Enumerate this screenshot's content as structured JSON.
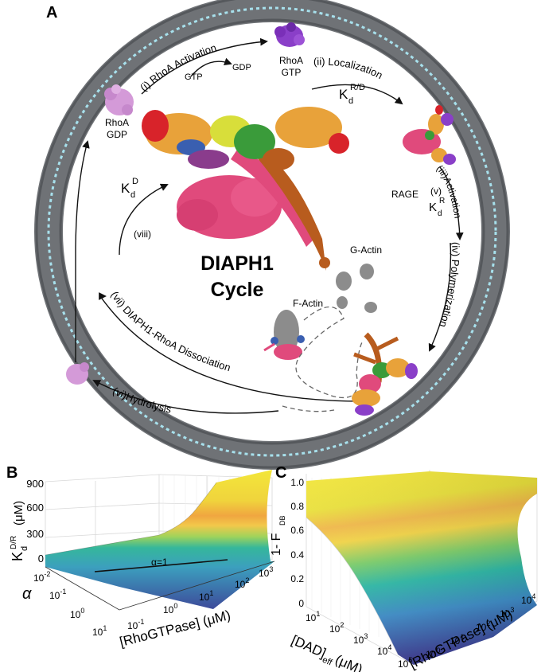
{
  "panels": {
    "a": {
      "letter": "A",
      "title_line1": "DIAPH1",
      "title_line2": "Cycle",
      "labels": {
        "rhoa_gdp_1": "RhoA",
        "rhoa_gdp_2": "GDP",
        "rhoa_gtp_1": "RhoA",
        "rhoa_gtp_2": "GTP",
        "gtp": "GTP",
        "gdp": "GDP",
        "k_main": "K",
        "k_sub": "d",
        "kd_d_sup": "D",
        "kd_rd_sup": "R/D",
        "kd_r_sup": "R",
        "rage": "RAGE",
        "step_v": "(v)",
        "step_viii": "(viii)",
        "g_actin": "G-Actin",
        "f_actin": "F-Actin"
      },
      "arc_labels": {
        "activation": "(i) RhoA Activation",
        "localization": "(ii) Localization",
        "rage_activation": "(iii)Activation",
        "polymerization": "(iv) Polymerization",
        "hydrolysis": "(vi)Hydrolysis",
        "dissociation": "(vii) DIAPH1-RhoA  Dissociation"
      }
    },
    "b": {
      "letter": "B",
      "alpha_line": "α=1",
      "z_label_main": "K",
      "z_label_sub": "d",
      "z_label_sup": "D/R",
      "z_unit": "(μM)",
      "z_ticks": [
        "900",
        "600",
        "300",
        "0"
      ],
      "alpha_axis": "α",
      "alpha_ticks": [
        {
          "base": "10",
          "exp": "-2"
        },
        {
          "base": "10",
          "exp": "-1"
        },
        {
          "base": "10",
          "exp": "0"
        },
        {
          "base": "10",
          "exp": "1"
        }
      ],
      "rho_label": "[RhoGTPase]  (μM)",
      "rho_ticks": [
        {
          "base": "10",
          "exp": "-1"
        },
        {
          "base": "10",
          "exp": "0"
        },
        {
          "base": "10",
          "exp": "1"
        },
        {
          "base": "10",
          "exp": "2"
        },
        {
          "base": "10",
          "exp": "3"
        }
      ]
    },
    "c": {
      "letter": "C",
      "z_label_main": "1- F",
      "z_label_sub": "DB",
      "z_ticks": [
        "1.0",
        "0.8",
        "0.6",
        "0.4",
        "0.2",
        "0"
      ],
      "dad_label_main": "[DAD]",
      "dad_label_sub": "eff",
      "dad_label_unit": "(μM)",
      "dad_ticks": [
        {
          "base": "10",
          "exp": "1"
        },
        {
          "base": "10",
          "exp": "2"
        },
        {
          "base": "10",
          "exp": "3"
        },
        {
          "base": "10",
          "exp": "4"
        },
        {
          "base": "10",
          "exp": "5"
        }
      ],
      "rho_label": "[RhoGTPase]  (μM)",
      "rho_ticks": [
        {
          "base": "10",
          "exp": "0"
        },
        {
          "base": "10",
          "exp": "1"
        },
        {
          "base": "10",
          "exp": "2"
        },
        {
          "base": "10",
          "exp": "3"
        },
        {
          "base": "10",
          "exp": "4"
        }
      ]
    }
  },
  "colors": {
    "membrane": "#7a7d80",
    "membrane_dash": "#9fdcea",
    "rhoa": "#d49ad8",
    "rhoa_gtp": "#8a3fc8",
    "diaph_pink": "#e04a7c",
    "diaph_orange": "#e8a23a",
    "diaph_green": "#3a9b3a",
    "diaph_yellow": "#d8de3a",
    "diaph_blue": "#3a5fb0",
    "diaph_red": "#d8232a",
    "diaph_brown": "#b85c1e",
    "diaph_purple": "#8a3c8c",
    "actin": "#8c8c8c",
    "surface_high": "#f1e13a",
    "surface_mid": "#35b79b",
    "surface_low": "#3b4d9a"
  }
}
